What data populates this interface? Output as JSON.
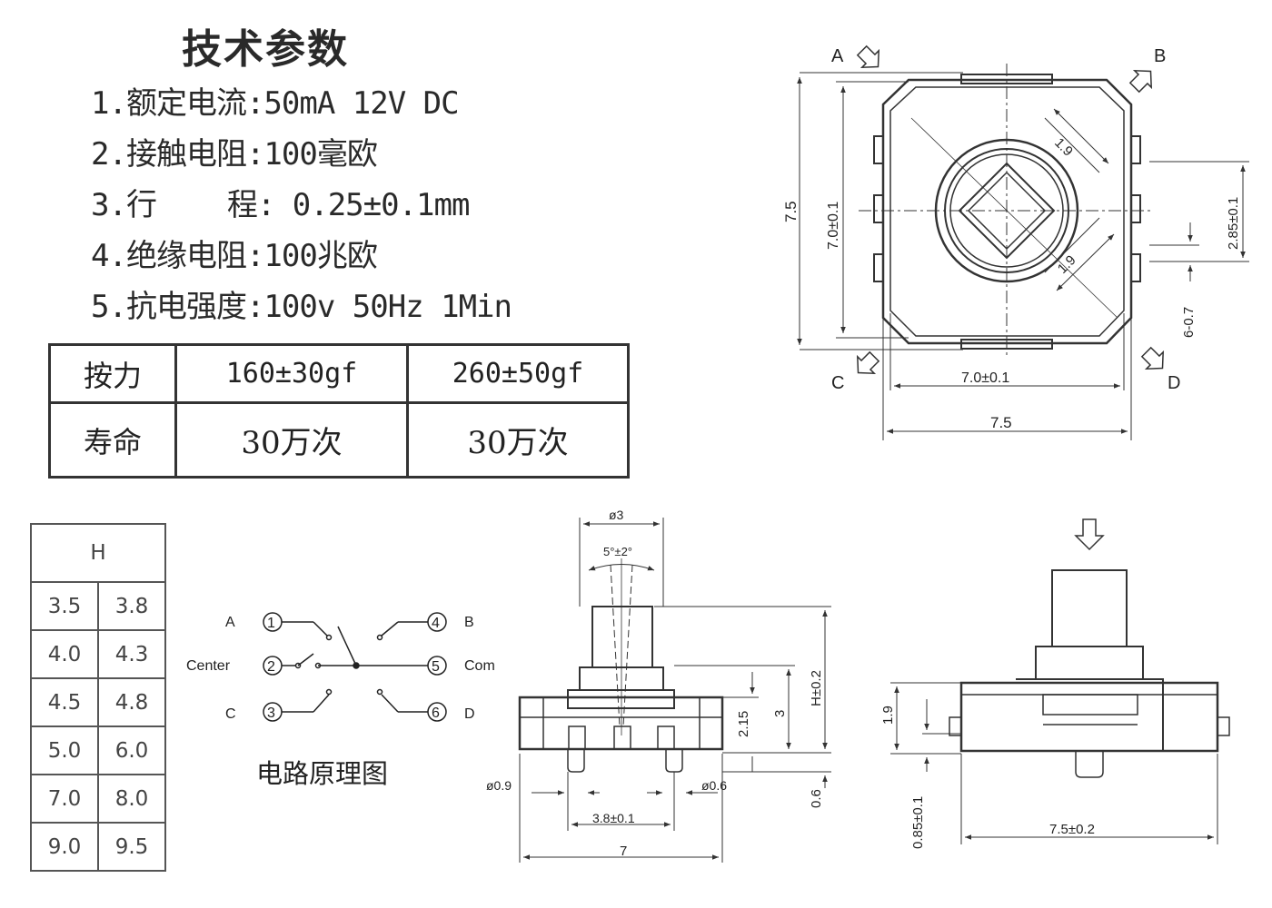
{
  "specs": {
    "title": "技术参数",
    "items": [
      "1.额定电流:50mA 12V DC",
      "2.接触电阻:100毫欧",
      "3.行    程: 0.25±0.1mm",
      "4.绝缘电阻:100兆欧",
      "5.抗电强度:100v 50Hz 1Min"
    ]
  },
  "force_table": {
    "rows": [
      {
        "label": "按力",
        "values": [
          "160±30gf",
          "260±50gf"
        ]
      },
      {
        "label": "寿命",
        "values": [
          "30万次",
          "30万次"
        ]
      }
    ]
  },
  "h_table": {
    "header": "H",
    "rows": [
      [
        "3.5",
        "3.8"
      ],
      [
        "4.0",
        "4.3"
      ],
      [
        "4.5",
        "4.8"
      ],
      [
        "5.0",
        "6.0"
      ],
      [
        "7.0",
        "8.0"
      ],
      [
        "9.0",
        "9.5"
      ]
    ]
  },
  "circuit": {
    "caption": "电路原理图",
    "labels": {
      "a": "A",
      "b": "B",
      "c": "C",
      "d": "D",
      "center": "Center",
      "com": "Com"
    },
    "pins": [
      "1",
      "2",
      "3",
      "4",
      "5",
      "6"
    ]
  },
  "top_view": {
    "corner_labels": {
      "a": "A",
      "b": "B",
      "c": "C",
      "d": "D"
    },
    "dims": {
      "d1": "7.5",
      "d2": "7.0±0.1",
      "d3": "7.0±0.1",
      "d4": "7.5",
      "d5": "1.9",
      "d6": "1.9",
      "d7": "2.85±0.1",
      "d8": "6-0.7"
    }
  },
  "side_view": {
    "dims": {
      "d1": "ø3",
      "d2": "5°±2°",
      "d3": "H±0.2",
      "d4": "3",
      "d5": "2.15",
      "d6": "ø0.9",
      "d7": "ø0.6",
      "d8": "0.6",
      "d9": "3.8±0.1",
      "d10": "7"
    }
  },
  "front_view": {
    "dims": {
      "d1": "1.9",
      "d2": "0.85±0.1",
      "d3": "7.5±0.2"
    }
  }
}
